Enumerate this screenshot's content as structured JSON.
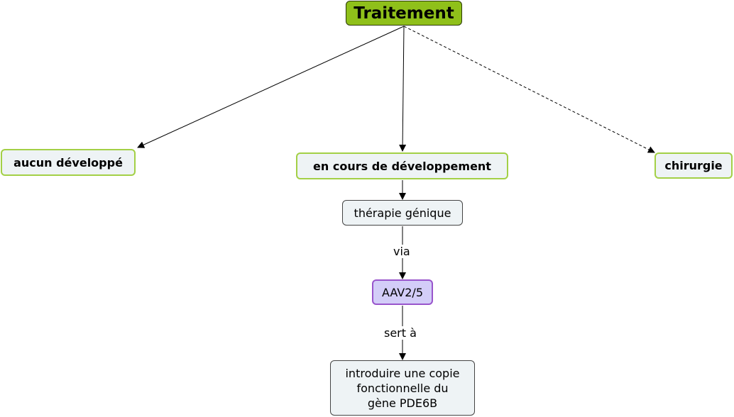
{
  "diagram": {
    "root": {
      "label": "Traitement",
      "color": "#8fc01a"
    },
    "nodes": {
      "aucun": "aucun développé",
      "encours": "en cours de développement",
      "chirurgie": "chirurgie",
      "therapie": "thérapie génique",
      "aav": "AAV2/5",
      "intro": "introduire une copie\nfonctionnelle du\ngène PDE6B"
    },
    "edges": [
      {
        "from": "Traitement",
        "to": "aucun développé",
        "label": "",
        "style": "solid"
      },
      {
        "from": "Traitement",
        "to": "en cours de développement",
        "label": "",
        "style": "solid"
      },
      {
        "from": "Traitement",
        "to": "chirurgie",
        "label": "",
        "style": "dashed"
      },
      {
        "from": "en cours de développement",
        "to": "thérapie génique",
        "label": "",
        "style": "solid"
      },
      {
        "from": "thérapie génique",
        "to": "AAV2/5",
        "label": "via",
        "style": "solid"
      },
      {
        "from": "AAV2/5",
        "to": "introduire une copie fonctionnelle du gène PDE6B",
        "label": "sert à",
        "style": "solid"
      }
    ],
    "edge_labels": {
      "via": "via",
      "sert": "sert à"
    },
    "colors": {
      "concept_border_green": "#a3d046",
      "concept_fill": "#eef3f5",
      "aav_fill": "#d3cdf8",
      "aav_border": "#9955cc"
    }
  }
}
